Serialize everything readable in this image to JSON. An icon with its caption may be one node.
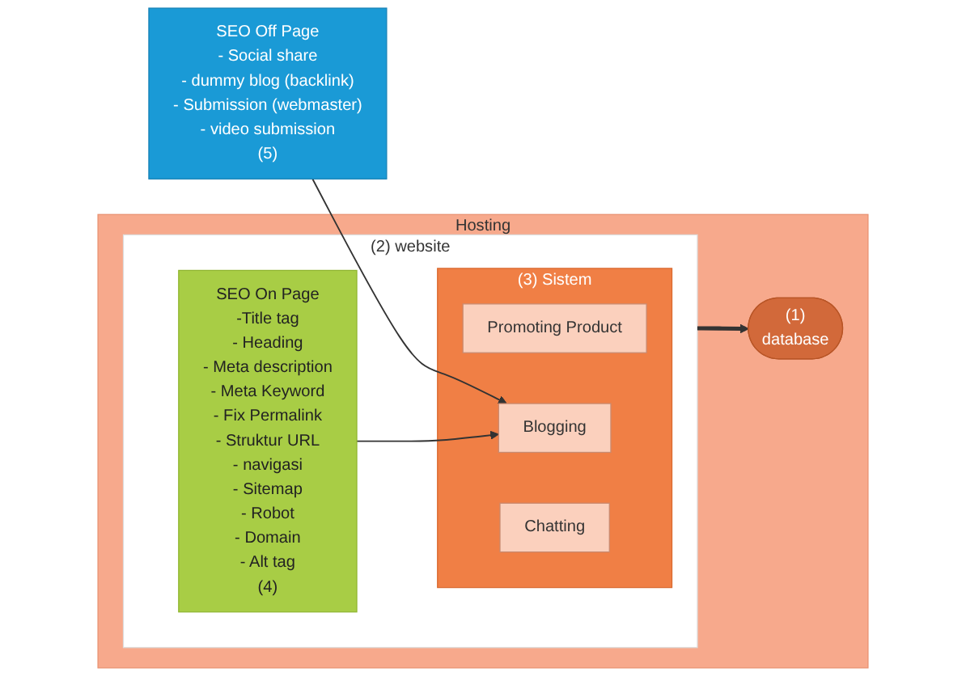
{
  "diagram": {
    "nodes": [
      {
        "text": [
          "Hosting"
        ]
      },
      {
        "text": [
          "(1)",
          "database"
        ],
        "in": 0
      },
      {
        "text": [
          "(2) website"
        ],
        "in": 0
      },
      {
        "text": [
          "(3)",
          "Sistem"
        ],
        "in": 2
      },
      {
        "text": [
          "Promoting Product"
        ],
        "in": 3
      },
      {
        "text": [
          "Blogging"
        ],
        "in": 3
      },
      {
        "text": [
          "Chatting"
        ],
        "in": 3
      },
      {
        "text": [
          "SEO On Page",
          "-Title tag",
          "- Heading",
          "- Meta description",
          "- Meta Keyword",
          "- Fix Permalink",
          "- Struktur URL",
          "- navigasi",
          "- Sitemap",
          "- Robot",
          "- Domain",
          "- Alt tag",
          "(4)"
        ],
        "in": 2
      },
      {
        "text": [
          "SEO Off Page",
          "- Social share",
          "- dummy blog (backlink)",
          "- Submission (webmaster)",
          "- video submission",
          "(5)"
        ]
      }
    ],
    "edges": [
      {
        "from": 2,
        "to": 1,
        "arrow": "to",
        "style": "thick"
      },
      {
        "from": 8,
        "to": 5,
        "arrow": "to"
      },
      {
        "from": 7,
        "to": 5,
        "arrow": "to"
      }
    ]
  }
}
